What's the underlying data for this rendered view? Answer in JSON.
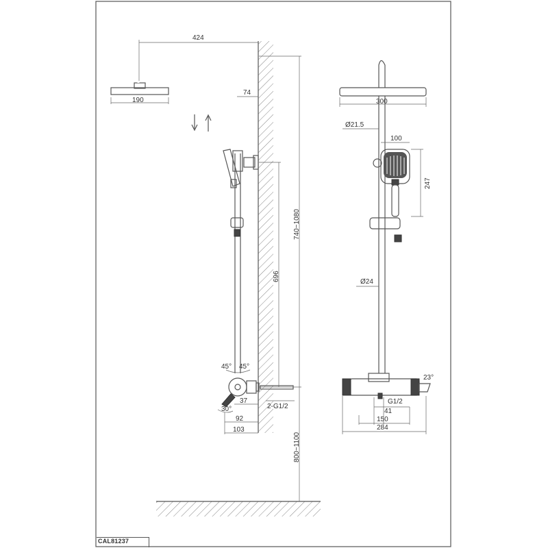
{
  "model_code": "CAL81237",
  "side_view": {
    "dims": {
      "arm_length": "424",
      "arm_offset": "74",
      "head_diameter": "190",
      "height_range": "740~1080",
      "bar_length": "696",
      "angle_left": "45°",
      "angle_right": "45°",
      "angle_handle": "30°",
      "depth_small": "37",
      "depth_mid": "92",
      "depth_total": "103",
      "connection": "2-G1/2",
      "floor_height": "800~1100"
    }
  },
  "front_view": {
    "dims": {
      "head_width": "300",
      "arm_pipe_diameter": "Ø21.5",
      "hand_shower_width": "100",
      "hand_shower_length": "247",
      "riser_diameter": "Ø24",
      "spout_angle": "23°",
      "outlet_thread": "G1/2",
      "outlet_offset": "41",
      "connection_centers": "150",
      "mixer_width": "284"
    }
  }
}
